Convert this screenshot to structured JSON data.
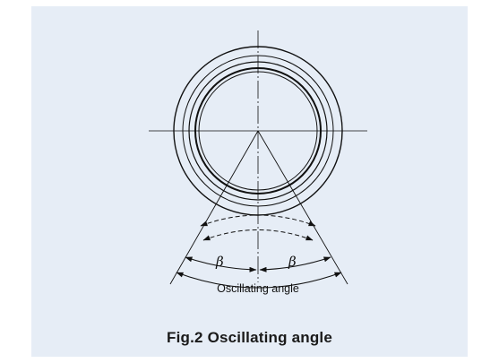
{
  "figure": {
    "caption": "Fig.2  Oscillating angle",
    "labels": {
      "beta_left": "β",
      "beta_right": "β",
      "oscillating_angle": "Oscillating angle"
    }
  },
  "colors": {
    "background": "#e6edf6",
    "line": "#111111"
  }
}
